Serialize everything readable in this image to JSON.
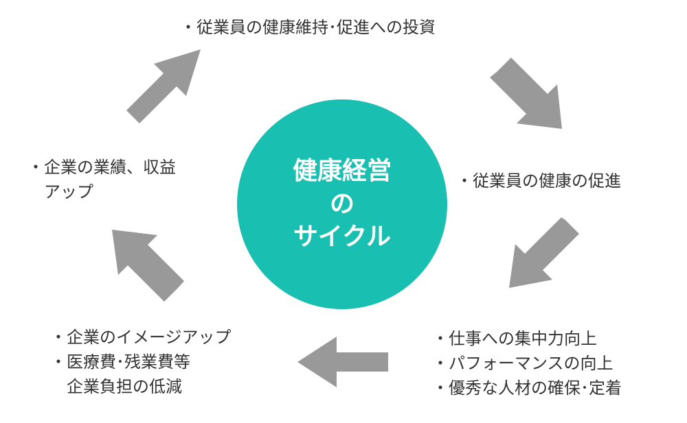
{
  "diagram": {
    "center": {
      "lines": [
        "健康経営",
        "の",
        "サイクル"
      ],
      "color": "#19bfb0",
      "text_color": "#ffffff"
    },
    "nodes": {
      "top": {
        "lines": [
          "・従業員の健康維持･促進への投資"
        ]
      },
      "right": {
        "lines": [
          "・従業員の健康の促進"
        ]
      },
      "bottom_right": {
        "lines": [
          "・仕事への集中力向上",
          "・パフォーマンスの向上",
          "・優秀な人材の確保･定着"
        ]
      },
      "bottom_left": {
        "lines": [
          "・企業のイメージアップ",
          "・医療費･残業費等",
          "企業負担の低減"
        ]
      },
      "left": {
        "lines": [
          "・企業の業績、収益",
          "アップ"
        ]
      }
    },
    "arrow_color": "#999999",
    "text_color": "#333333"
  }
}
